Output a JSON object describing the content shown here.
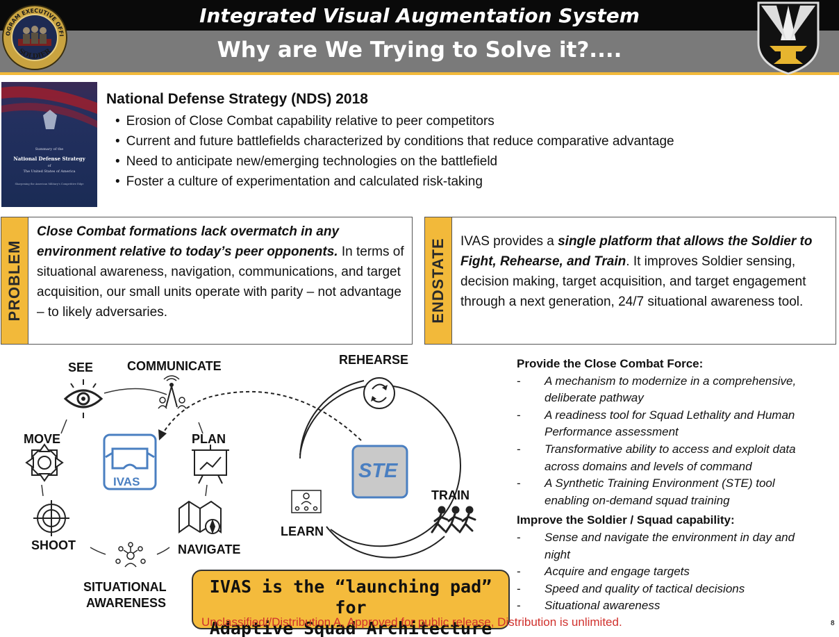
{
  "header": {
    "title": "Integrated Visual Augmentation System",
    "subtitle": "Why are We Trying to Solve it?....",
    "seal_text_top": "PROGRAM EXECUTIVE OFFICE",
    "seal_text_bottom": "SOLDIER",
    "colors": {
      "top_bar": "#0a0a0a",
      "sub_bar": "#7a7a7a",
      "accent": "#f2b93a"
    }
  },
  "nds": {
    "title": "National Defense Strategy (NDS) 2018",
    "book_text": [
      "Summary of the",
      "National Defense Strategy",
      "of",
      "The United States of America",
      "Sharpening the American Military's Competitive Edge"
    ],
    "bullets": [
      "Erosion of Close Combat capability relative to peer competitors",
      "Current and future battlefields characterized by conditions that reduce comparative advantage",
      "Need to anticipate new/emerging technologies on the battlefield",
      "Foster a culture of experimentation and calculated risk-taking"
    ]
  },
  "problem": {
    "tab": "PROBLEM",
    "emphasis": "Close Combat formations lack overmatch in any environment relative to today’s peer opponents.",
    "text": " In terms of situational awareness, navigation, communications, and target acquisition, our small units operate with parity – not advantage – to likely adversaries."
  },
  "endstate": {
    "tab": "ENDSTATE",
    "text_before": "IVAS provides a ",
    "emphasis": "single platform that allows the Soldier to Fight, Rehearse, and Train",
    "text_after": ". It improves Soldier sensing, decision making, target acquisition, and target engagement through a next generation, 24/7 situational awareness tool."
  },
  "diagram": {
    "see": "SEE",
    "communicate": "COMMUNICATE",
    "move": "MOVE",
    "plan": "PLAN",
    "ivas": "IVAS",
    "shoot": "SHOOT",
    "navigate": "NAVIGATE",
    "situational_1": "SITUATIONAL",
    "situational_2": "AWARENESS",
    "rehearse": "REHEARSE",
    "ste": "STE",
    "train": "TRAIN",
    "learn": "LEARN",
    "colors": {
      "ivas_blue": "#4a7fc1",
      "ste_fill": "#c9c9c9"
    }
  },
  "launch_pad": {
    "line1": "IVAS is the “launching pad” for",
    "line2": "Adaptive Squad Architecture"
  },
  "provide": {
    "heading": "Provide the Close Combat Force:",
    "items": [
      [
        "A mechanism to modernize in a comprehensive,",
        "deliberate pathway"
      ],
      [
        "A readiness tool for Squad Lethality and Human",
        "Performance assessment"
      ],
      [
        "Transformative ability to access and exploit data",
        "across domains and levels of command"
      ],
      [
        "A Synthetic Training Environment (STE) tool",
        "enabling on-demand squad training"
      ]
    ]
  },
  "improve": {
    "heading": "Improve the Soldier / Squad capability:",
    "items": [
      [
        "Sense and navigate the environment in day and",
        "night"
      ],
      [
        "Acquire and engage targets"
      ],
      [
        "Speed and quality of tactical decisions"
      ],
      [
        "Situational awareness"
      ]
    ]
  },
  "footer": {
    "classification": "Unclassified//Distribution A, Approved for public release, Distribution is unlimited.",
    "page": "8"
  }
}
